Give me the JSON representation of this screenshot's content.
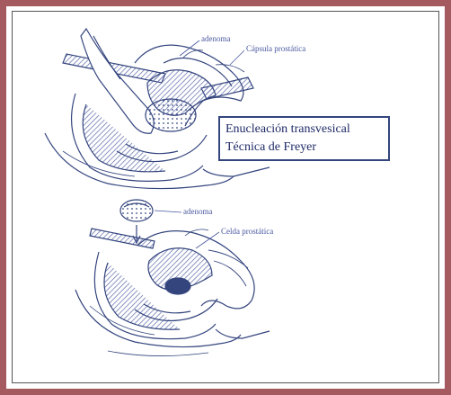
{
  "top_figure": {
    "label_adenoma": "adenoma",
    "label_capsule": "Cápsula prostática",
    "caption_line1": "Enucleación transvesical",
    "caption_line2": "Técnica de Freyer"
  },
  "bottom_figure": {
    "label_adenoma": "adenoma",
    "label_cell": "Celda prostática"
  },
  "colors": {
    "frame": "#a55a60",
    "ink": "#34457e",
    "shade": "#5b6aa8"
  }
}
